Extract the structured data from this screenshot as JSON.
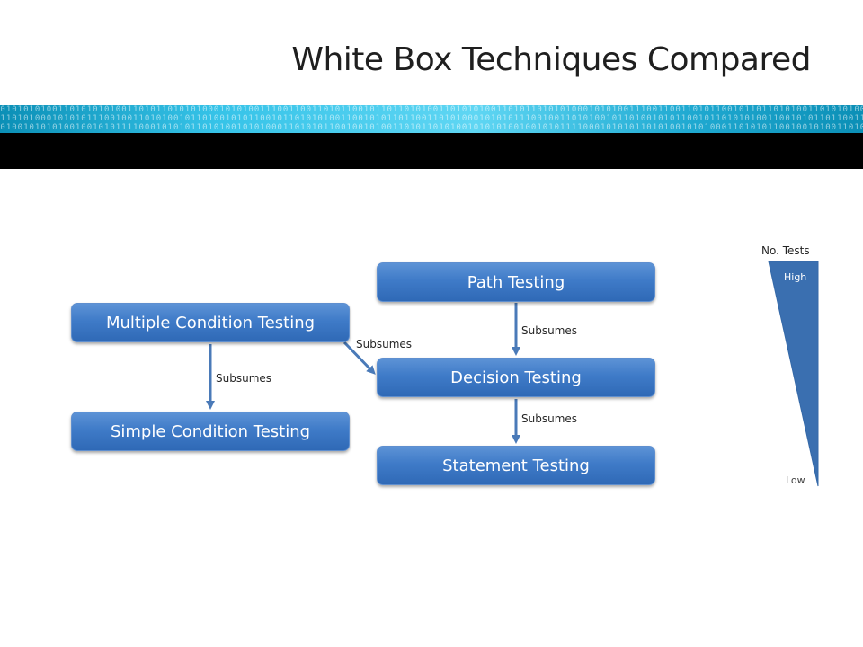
{
  "title": "White Box Techniques Compared",
  "header": {
    "band_accent": "#2fb8e0",
    "band_dark": "#000000",
    "binary_rows": [
      "10101010100110101010100110101101010100010101001110011001101011001011011010100110101010011010110101010001010100111001100110101100101101101010011010101001101011010101000101010011100110011010110010110110101001101010100110",
      "01101010001010101110010011010100101101001010110010110101010011001010110110011010100010101011100100110101001011010010101100101101010100110010101101100110101000101010111001001101010010110100101011001011010101001100101011",
      "10100101010100100101011110001010101101010010101000110101011001001010011010110101001010101001001010111100010101011010100101010001101010110010010100110101101010010101010010010101111000101010110101001010100011010101100100"
    ]
  },
  "nodes": {
    "path": "Path Testing",
    "multiple_condition": "Multiple Condition Testing",
    "decision": "Decision Testing",
    "simple_condition": "Simple Condition Testing",
    "statement": "Statement Testing"
  },
  "edges": {
    "path_to_decision": "Subsumes",
    "multiple_to_decision": "Subsumes",
    "multiple_to_simple": "Subsumes",
    "decision_to_statement": "Subsumes"
  },
  "scale": {
    "title": "No. Tests",
    "high_label": "High",
    "low_label": "Low"
  },
  "colors": {
    "box_fill": "#3f7bc8",
    "arrow": "#4a7ab8",
    "wedge": "#3a6fb0"
  }
}
